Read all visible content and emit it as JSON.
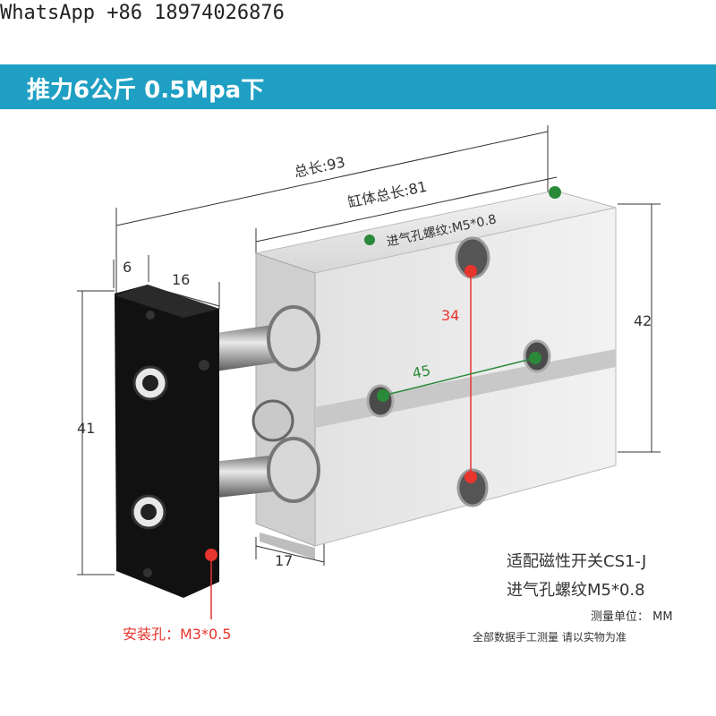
{
  "watermark": "WhatsApp +86 18974026876",
  "banner": {
    "title": "推力6公斤 0.5Mpa下",
    "color": "#1e9fc3"
  },
  "dimensions": {
    "total_length": "总长:93",
    "body_length": "缸体总长:81",
    "inlet_thread": "进气孔螺纹:M5*0.8",
    "plate_thickness": "6",
    "plate_width": "16",
    "plate_height": "41",
    "body_height": "42",
    "port_spacing": "34",
    "mount_spacing": "45",
    "base_length": "17"
  },
  "mount_hole": "安装孔：M3*0.5",
  "notes": {
    "switch": "适配磁性开关CS1-J",
    "inlet": "进气孔螺纹M5*0.8",
    "unit": "测量单位：  MM",
    "disclaimer": "全部数据手工测量 请以实物为准"
  },
  "colors": {
    "dimension_text": "#333333",
    "red_marker": "#e8352e",
    "green_marker": "#2a8a3a"
  }
}
